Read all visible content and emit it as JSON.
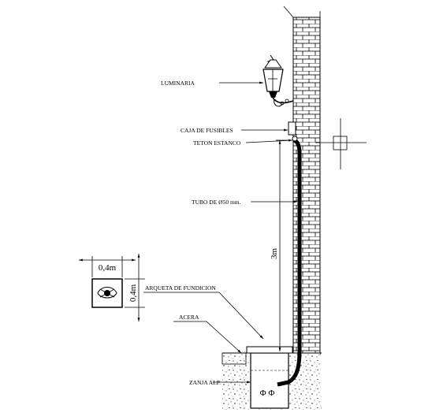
{
  "labels": {
    "luminaria": "LUMINARIA",
    "caja_fusibles": "CAJA DE FUSIBLES",
    "teton_estanco": "TETON ESTANCO",
    "tubo": "TUBO DE Ø50 mm.",
    "arqueta": "ARQUETA DE FUNDICION",
    "acera": "ACERA",
    "zanja": "ZANJA ALP."
  },
  "dimensions": {
    "height": "3m",
    "arqueta_width": "0,4m",
    "arqueta_height": "0,4m",
    "conductors": "Φ Φ"
  }
}
